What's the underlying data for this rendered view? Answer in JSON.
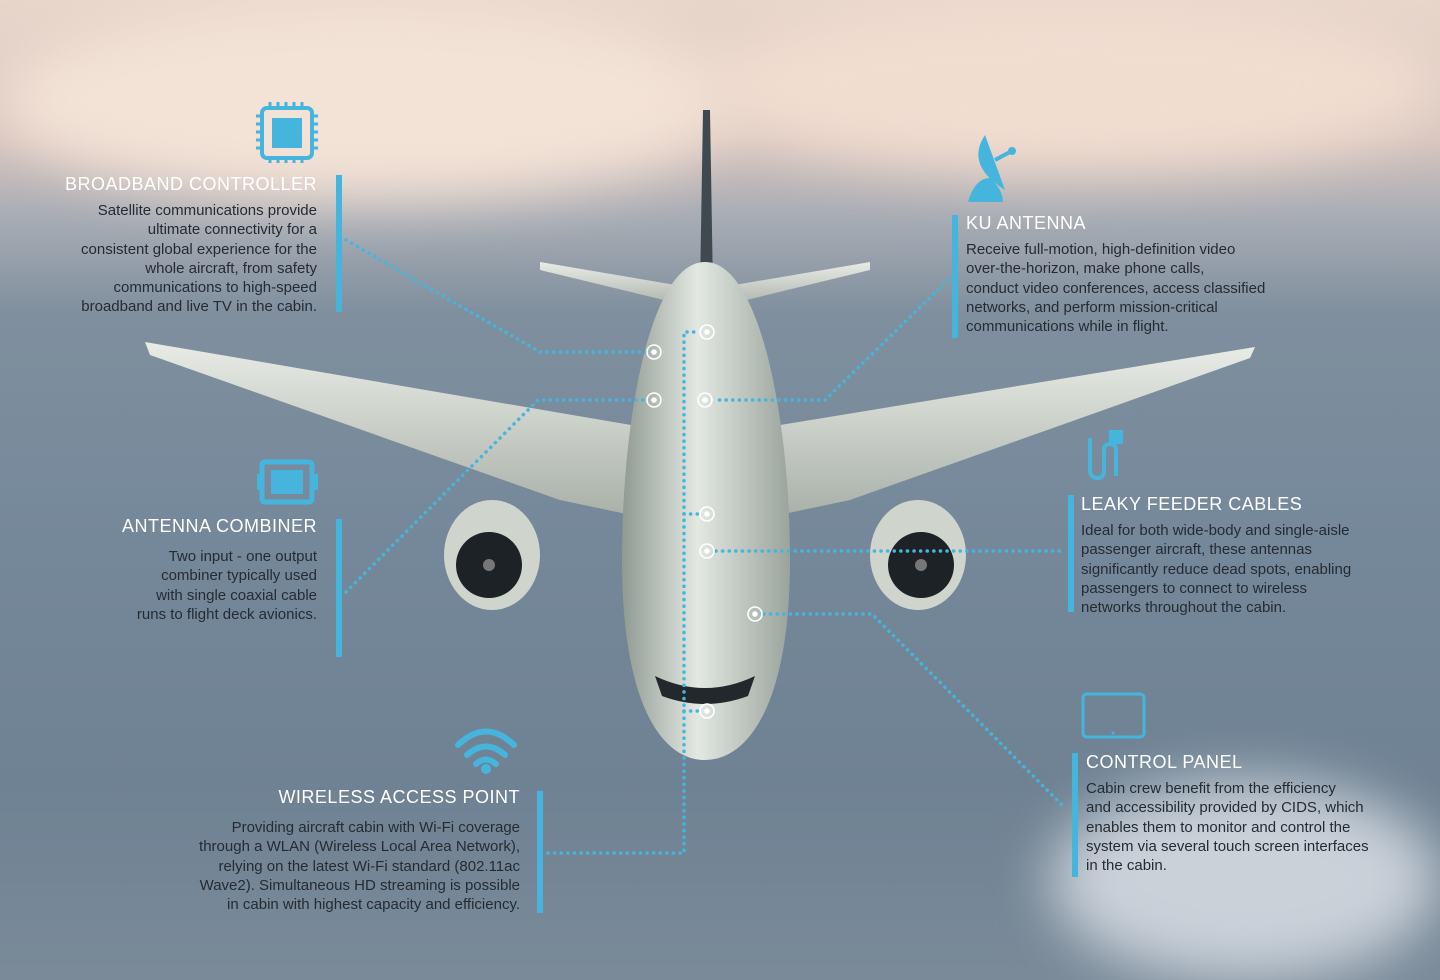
{
  "accent_color": "#45b5de",
  "callouts": {
    "broadband": {
      "icon": "chip-icon",
      "title": "BROADBAND CONTROLLER",
      "lines": [
        "Satellite communications provide",
        "ultimate connectivity for a",
        "consistent global experience for the",
        "whole aircraft, from safety",
        "communications to high-speed",
        "broadband and live TV in the cabin."
      ]
    },
    "ku": {
      "icon": "satellite-dish-icon",
      "title": "KU ANTENNA",
      "lines": [
        "Receive full-motion, high-definition video",
        "over-the-horizon, make phone calls,",
        "conduct video conferences, access classified",
        "networks, and perform mission-critical",
        "communications while in flight."
      ]
    },
    "combiner": {
      "icon": "combiner-icon",
      "title": "ANTENNA COMBINER",
      "lines": [
        "Two input - one output",
        "combiner typically used",
        "with single coaxial cable",
        "runs to flight deck avionics."
      ]
    },
    "leaky": {
      "icon": "cable-icon",
      "title": "LEAKY FEEDER CABLES",
      "lines": [
        "Ideal for both wide-body and single-aisle",
        "passenger aircraft, these antennas",
        "significantly reduce dead spots, enabling",
        "passengers to connect to wireless",
        "networks throughout the cabin."
      ]
    },
    "control": {
      "icon": "tablet-icon",
      "title": "CONTROL PANEL",
      "lines": [
        "Cabin crew benefit from the efficiency",
        "and accessibility provided by CIDS, which",
        "enables them to monitor and control the",
        "system via several touch screen interfaces",
        "in the cabin."
      ]
    },
    "wireless": {
      "icon": "wifi-icon",
      "title": "WIRELESS ACCESS POINT",
      "lines": [
        "Providing aircraft cabin with Wi-Fi coverage",
        "through a WLAN (Wireless Local Area Network),",
        "relying on the latest Wi-Fi standard (802.11ac",
        "Wave2). Simultaneous HD streaming is possible",
        "in cabin with highest capacity and efficiency."
      ]
    }
  }
}
